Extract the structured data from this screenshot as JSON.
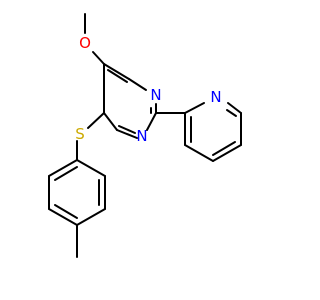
{
  "molecule": {
    "atoms": {
      "o_methoxy": {
        "symbol": "O",
        "color": "#ff0000"
      },
      "n_pyrimidine_top": {
        "symbol": "N",
        "color": "#0000ff"
      },
      "n_pyrimidine_bottom": {
        "symbol": "N",
        "color": "#0000ff"
      },
      "n_pyridine": {
        "symbol": "N",
        "color": "#0000ff"
      },
      "s_thioether": {
        "symbol": "S",
        "color": "#ccaa00"
      }
    },
    "bond_color": "#000000",
    "background": "#ffffff"
  }
}
